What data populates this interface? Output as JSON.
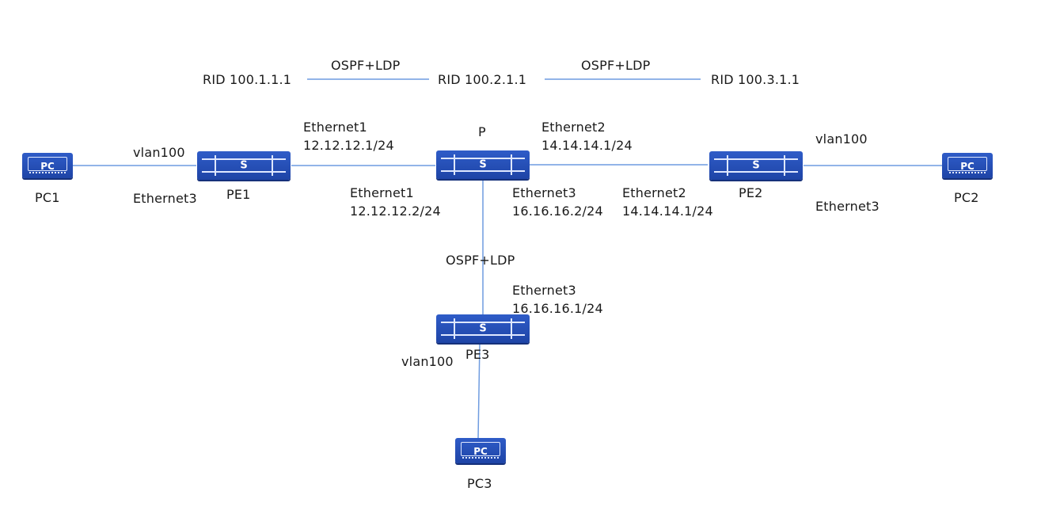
{
  "routers": {
    "pe1": "RID 100.1.1.1",
    "p": "RID 100.2.1.1",
    "pe2": "RID 100.3.1.1"
  },
  "links": {
    "pe1_p": "OSPF+LDP",
    "p_pe2": "OSPF+LDP",
    "p_pe3": "OSPF+LDP"
  },
  "devices": {
    "pc1": {
      "name": "PC1",
      "glyph": "PC"
    },
    "pc2": {
      "name": "PC2",
      "glyph": "PC"
    },
    "pc3": {
      "name": "PC3",
      "glyph": "PC"
    },
    "pe1": {
      "name": "PE1",
      "glyph": "S"
    },
    "p": {
      "name": "P",
      "glyph": "S"
    },
    "pe2": {
      "name": "PE2",
      "glyph": "S"
    },
    "pe3": {
      "name": "PE3",
      "glyph": "S"
    }
  },
  "interfaces": {
    "pe1_vlan": "vlan100",
    "pe1_eth3": "Ethernet3",
    "pe1_eth1": "Ethernet1",
    "pe1_eth1_ip": "12.12.12.1/24",
    "p_eth1": "Ethernet1",
    "p_eth1_ip": "12.12.12.2/24",
    "p_eth2": "Ethernet2",
    "p_eth2_ip": "14.14.14.1/24",
    "p_eth3": "Ethernet3",
    "p_eth3_ip": "16.16.16.2/24",
    "pe2_eth2": "Ethernet2",
    "pe2_eth2_ip": "14.14.14.1/24",
    "pe2_vlan": "vlan100",
    "pe2_eth3": "Ethernet3",
    "pe3_eth3": "Ethernet3",
    "pe3_eth3_ip": "16.16.16.1/24",
    "pe3_vlan": "vlan100"
  },
  "colors": {
    "device": "#2450b8",
    "link": "#6f9ce0",
    "text": "#1a1a1a"
  }
}
